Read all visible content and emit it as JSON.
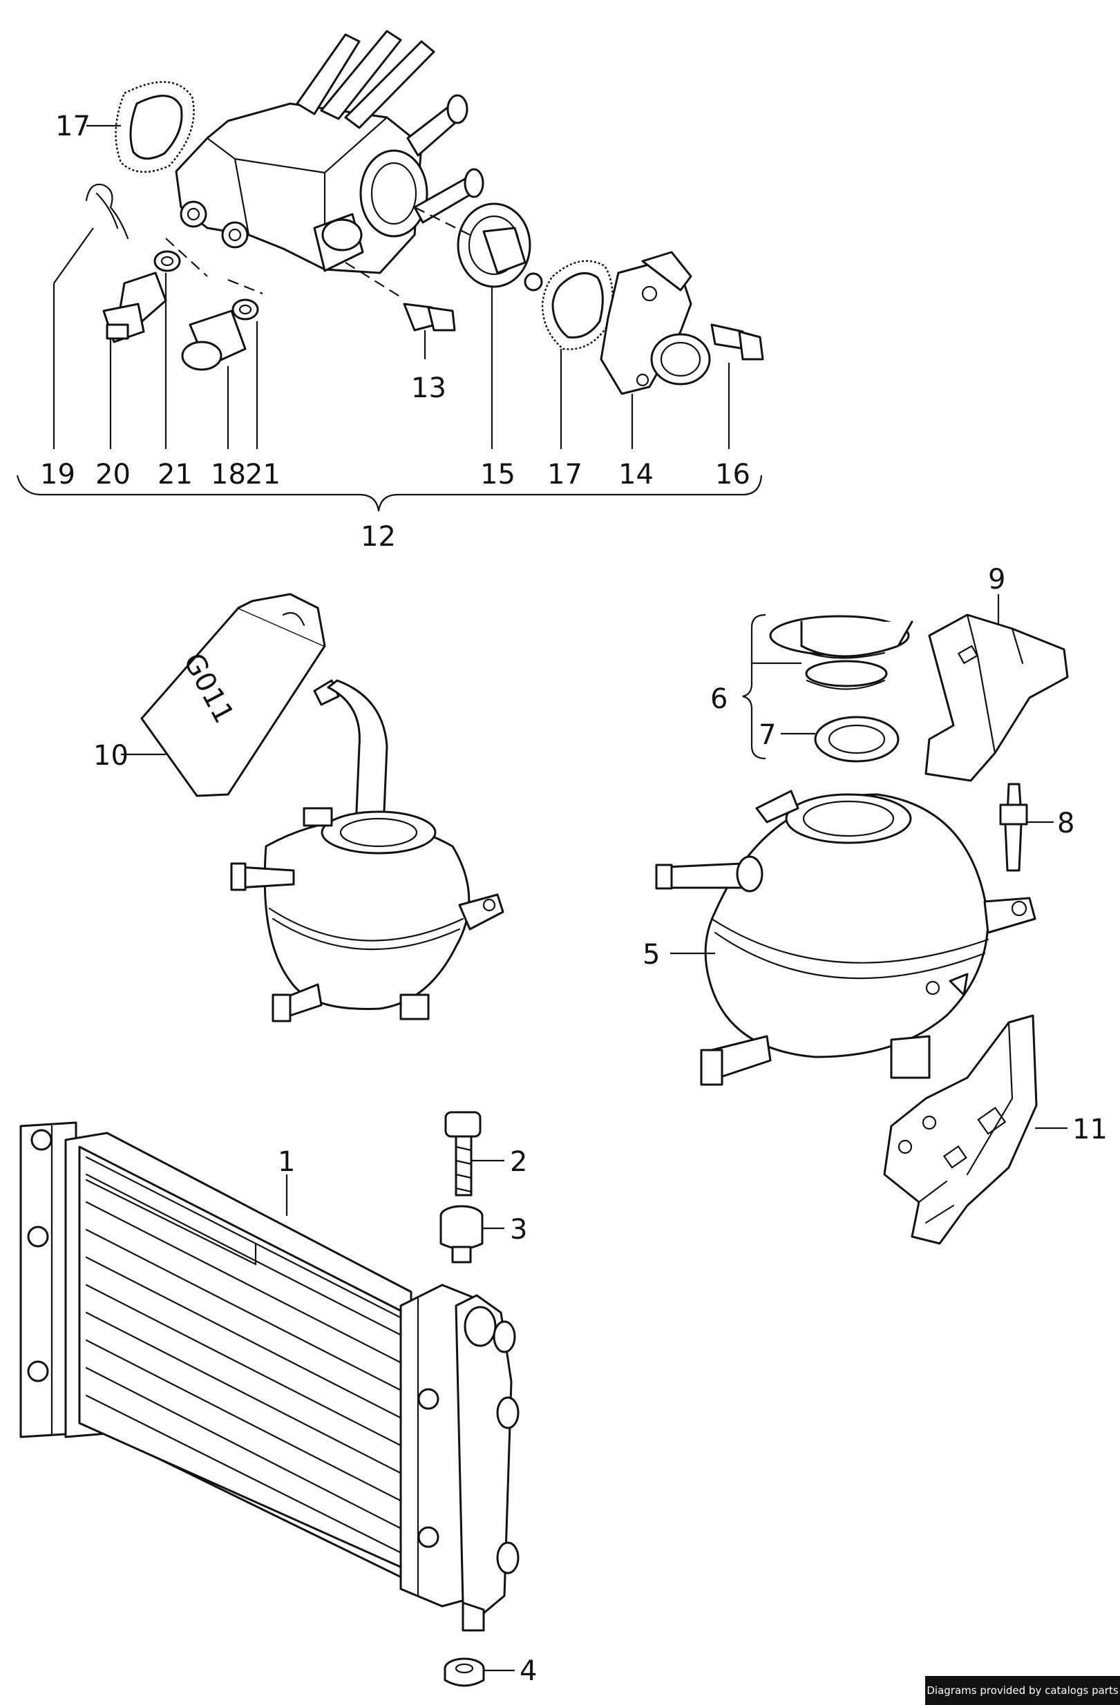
{
  "diagram": {
    "callouts": {
      "c1": "1",
      "c2": "2",
      "c3": "3",
      "c4": "4",
      "c5": "5",
      "c6": "6",
      "c7": "7",
      "c8": "8",
      "c9": "9",
      "c10": "10",
      "c11": "11",
      "c12": "12",
      "c13": "13",
      "c14": "14",
      "c15": "15",
      "c16": "16",
      "c17a": "17",
      "c17b": "17",
      "c18": "18",
      "c19": "19",
      "c20": "20",
      "c21a": "21",
      "c21b": "21"
    },
    "canister_label": "G011"
  },
  "credit": "Diagrams provided by catalogs parts"
}
